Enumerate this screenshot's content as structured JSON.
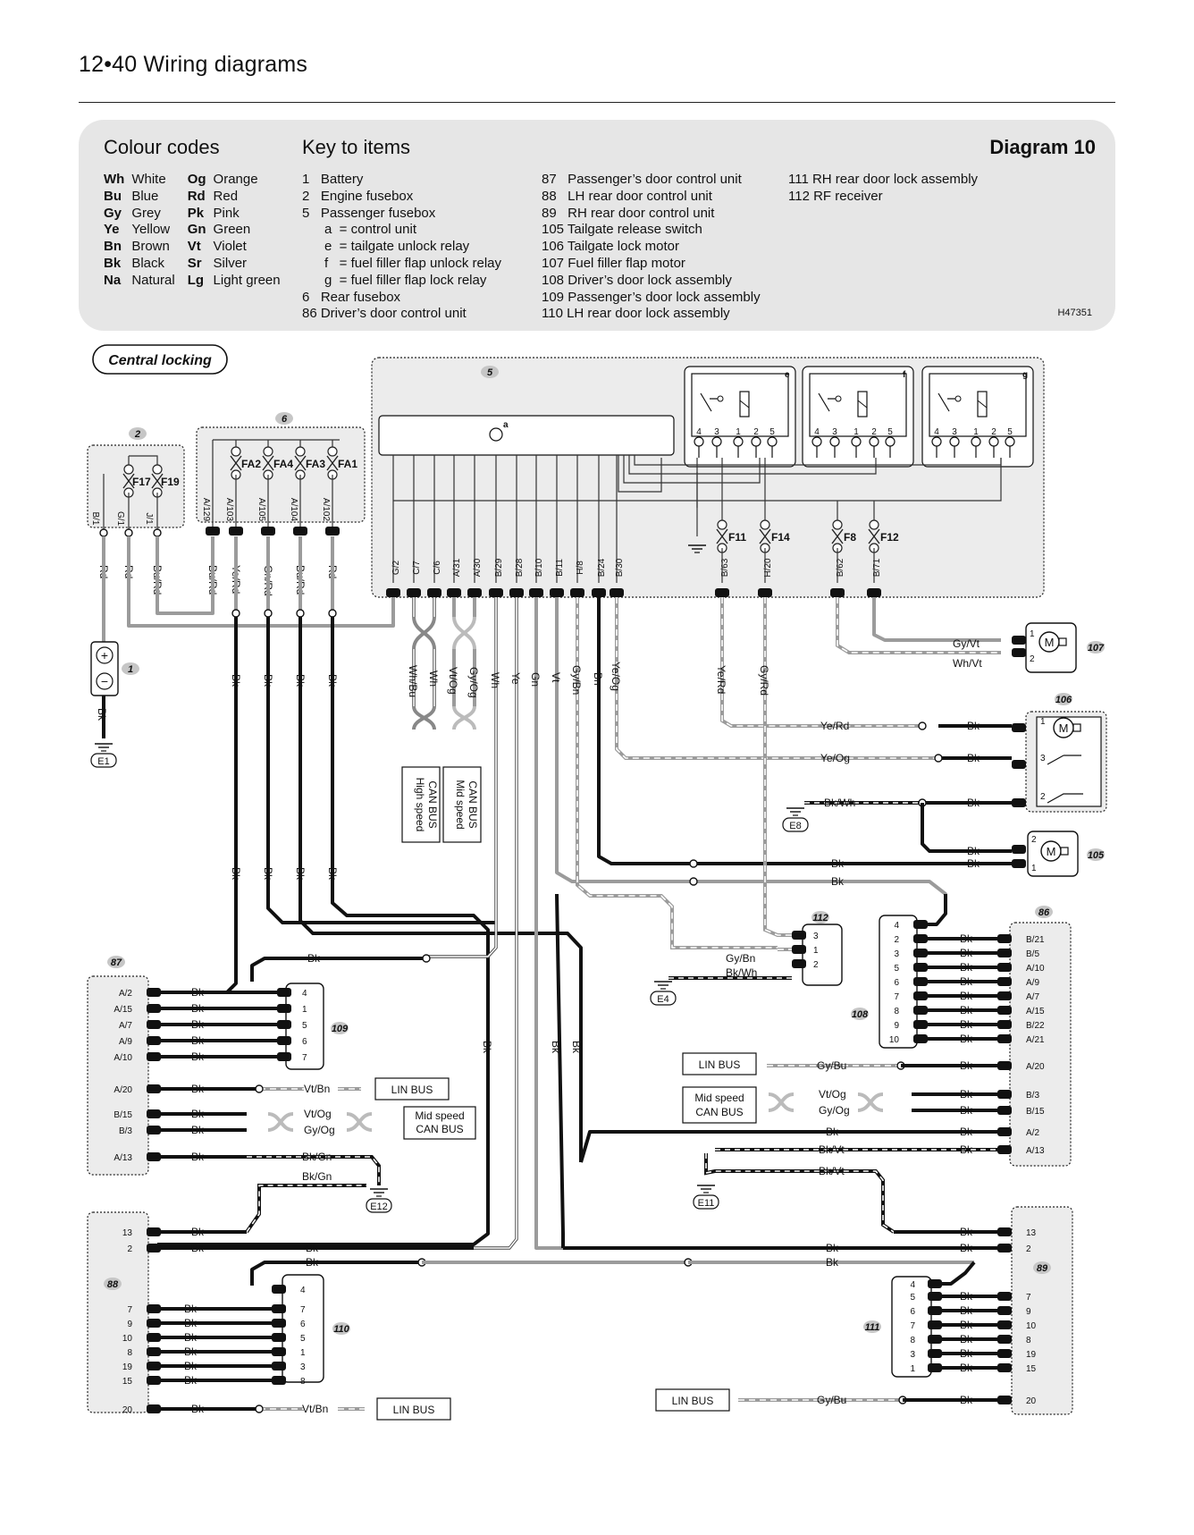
{
  "header": {
    "page_title": "12•40  Wiring diagrams"
  },
  "key_panel": {
    "colour_codes_heading": "Colour codes",
    "key_to_items_heading": "Key to items",
    "diagram_number": "Diagram 10",
    "reference": "H47351",
    "colour_codes": [
      {
        "code": "Wh",
        "name": "White"
      },
      {
        "code": "Og",
        "name": "Orange"
      },
      {
        "code": "Bu",
        "name": "Blue"
      },
      {
        "code": "Rd",
        "name": "Red"
      },
      {
        "code": "Gy",
        "name": "Grey"
      },
      {
        "code": "Pk",
        "name": "Pink"
      },
      {
        "code": "Ye",
        "name": "Yellow"
      },
      {
        "code": "Gn",
        "name": "Green"
      },
      {
        "code": "Bn",
        "name": "Brown"
      },
      {
        "code": "Vt",
        "name": "Violet"
      },
      {
        "code": "Bk",
        "name": "Black"
      },
      {
        "code": "Sr",
        "name": "Silver"
      },
      {
        "code": "Na",
        "name": "Natural"
      },
      {
        "code": "Lg",
        "name": "Light green"
      }
    ],
    "key_col1": [
      "1   Battery",
      "2   Engine fusebox",
      "5   Passenger fusebox",
      "      a  = control unit",
      "      e  = tailgate unlock relay",
      "      f   = fuel filler flap unlock relay",
      "      g  = fuel filler flap lock relay",
      "6   Rear fusebox",
      "86 Driver’s door control unit"
    ],
    "key_col2": [
      "87   Passenger’s door control unit",
      "88   LH rear door control unit",
      "89   RH rear door control unit",
      "105 Tailgate release switch",
      "106 Tailgate lock motor",
      "107 Fuel filler flap motor",
      "108 Driver’s door lock assembly",
      "109 Passenger’s door lock assembly",
      "110 LH rear door lock assembly"
    ],
    "key_col3": [
      "111 RH rear door lock assembly",
      "112 RF receiver"
    ]
  },
  "diagram": {
    "title": "Central locking",
    "components": {
      "battery": "1",
      "engine_fusebox": "2",
      "passenger_fusebox": "5",
      "control_unit": "a",
      "relay_e": "e",
      "relay_f": "f",
      "relay_g": "g",
      "rear_fusebox": "6",
      "door_unit_86": "86",
      "door_unit_87": "87",
      "door_unit_88": "88",
      "door_unit_89": "89",
      "switch_105": "105",
      "motor_106": "106",
      "motor_107": "107",
      "lock_108": "108",
      "lock_109": "109",
      "lock_110": "110",
      "lock_111": "111",
      "rf_receiver_112": "112"
    },
    "fuses_engine": [
      "F17",
      "F19"
    ],
    "fuses_rear": [
      "FA2",
      "FA4",
      "FA3",
      "FA1"
    ],
    "fuses_passenger": [
      "F11",
      "F14",
      "F8",
      "F12"
    ],
    "earths": [
      "E1",
      "E4",
      "E8",
      "E11",
      "E12"
    ],
    "bus_labels": {
      "high_speed_can": "High speed CAN BUS",
      "mid_speed_can": "Mid speed CAN BUS",
      "lin_bus": "LIN BUS"
    },
    "relay_pins": [
      "4",
      "3",
      "1",
      "2",
      "5"
    ],
    "engine_pins": [
      "B/1",
      "G/1",
      "J/1"
    ],
    "rear_pins": [
      "A/129",
      "A/103",
      "A/105",
      "A/104",
      "A/102"
    ],
    "passenger_pins": [
      "G/2",
      "C/7",
      "C/6",
      "A/31",
      "A/30",
      "B/29",
      "B/28",
      "B/10",
      "B/11",
      "H/8",
      "B/24",
      "B/30",
      "B/63",
      "H/20",
      "B/62",
      "B/71"
    ],
    "wire_colours_top": [
      "Rd",
      "Rd",
      "Bu/Rd",
      "Bu/Rd",
      "Ye/Rd",
      "Gn/Rd",
      "Bu/Rd",
      "Rd"
    ],
    "wire_colours_bus": [
      "Wh/Bu",
      "Wh",
      "Vt/Og",
      "Gy/Og",
      "Wh",
      "Ye",
      "Gn",
      "Vt",
      "Gy/Bn",
      "Bn",
      "Ye/Og",
      "Ye/Rd",
      "Gy/Rd"
    ],
    "wire_labels_mid": [
      "Gy/Vt",
      "Wh/Vt",
      "Ye/Rd",
      "Ye/Og",
      "Bk/Wh",
      "Gy/Bn",
      "Bk/Wh",
      "Bk/Gn",
      "Bk/Gn",
      "Bk/Vt",
      "Bk/Vt",
      "Gy/Bu",
      "Gy/Bu",
      "Vt/Bn",
      "Vt/Bn",
      "Vt/Og",
      "Gy/Og",
      "Vt/Og",
      "Gy/Og",
      "Bk",
      "Ye",
      "Gn"
    ],
    "unit87_pins": [
      "A/2",
      "A/15",
      "A/7",
      "A/9",
      "A/10",
      "A/20",
      "B/15",
      "B/3",
      "A/13"
    ],
    "unit86_pins": [
      "B/21",
      "B/5",
      "A/10",
      "A/9",
      "A/7",
      "A/15",
      "B/22",
      "A/21",
      "A/20",
      "B/3",
      "B/15",
      "A/2",
      "A/13"
    ],
    "lock109_pins": [
      "4",
      "1",
      "5",
      "6",
      "7"
    ],
    "lock108_pins": [
      "4",
      "2",
      "3",
      "5",
      "6",
      "7",
      "8",
      "9",
      "10"
    ],
    "unit88_pins": [
      "13",
      "2",
      "7",
      "9",
      "10",
      "8",
      "19",
      "15",
      "20"
    ],
    "unit89_pins": [
      "13",
      "2",
      "7",
      "9",
      "10",
      "8",
      "19",
      "15",
      "20"
    ],
    "lock110_pins": [
      "4",
      "7",
      "6",
      "5",
      "1",
      "3",
      "8"
    ],
    "lock111_pins": [
      "4",
      "5",
      "6",
      "7",
      "8",
      "3",
      "1"
    ],
    "rf112_pins": [
      "3",
      "1",
      "2"
    ],
    "motor107_pins": [
      "1",
      "2"
    ],
    "motor106_pins": [
      "1",
      "3",
      "2"
    ],
    "switch105_pins": [
      "2",
      "1"
    ],
    "battery_symbols": [
      "+",
      "−"
    ],
    "motor_symbol": "M",
    "bk": "Bk"
  }
}
